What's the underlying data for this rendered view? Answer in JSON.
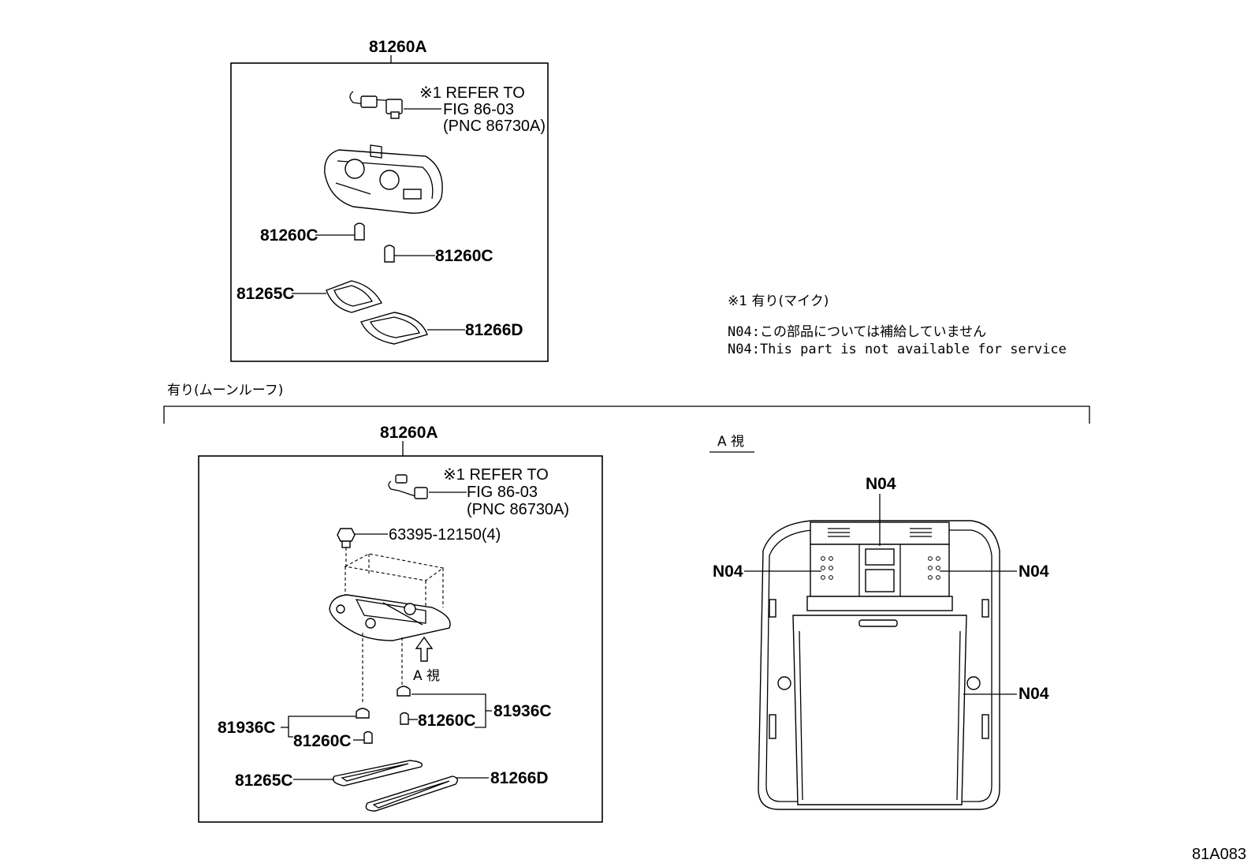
{
  "top_group": {
    "assembly_label": "81260A",
    "refer_note": [
      "※1 REFER TO",
      "FIG 86-03",
      "(PNC 86730A)"
    ],
    "parts": {
      "bulb_left": "81260C",
      "bulb_right": "81260C",
      "lens_left": "81265C",
      "lens_right": "81266D"
    }
  },
  "notes": {
    "mic_note": "※1 有り(マイク)",
    "n04_jp": "N04:この部品については補給していません",
    "n04_en": "N04:This part is not available for service"
  },
  "bottom_group": {
    "condition_label": "有り(ムーンルーフ)",
    "assembly_label": "81260A",
    "refer_note": [
      "※1 REFER TO",
      "FIG 86-03",
      "(PNC 86730A)"
    ],
    "clip_label": "63395-12150(4)",
    "view_arrow_label": "A 視",
    "parts": {
      "socket_right": "81936C",
      "bulb_right": "81260C",
      "socket_left": "81936C",
      "bulb_left": "81260C",
      "lens_left": "81265C",
      "lens_right": "81266D"
    }
  },
  "view_a": {
    "title": "A 視",
    "callouts": [
      "N04",
      "N04",
      "N04",
      "N04"
    ]
  },
  "figure_code": "81A083"
}
